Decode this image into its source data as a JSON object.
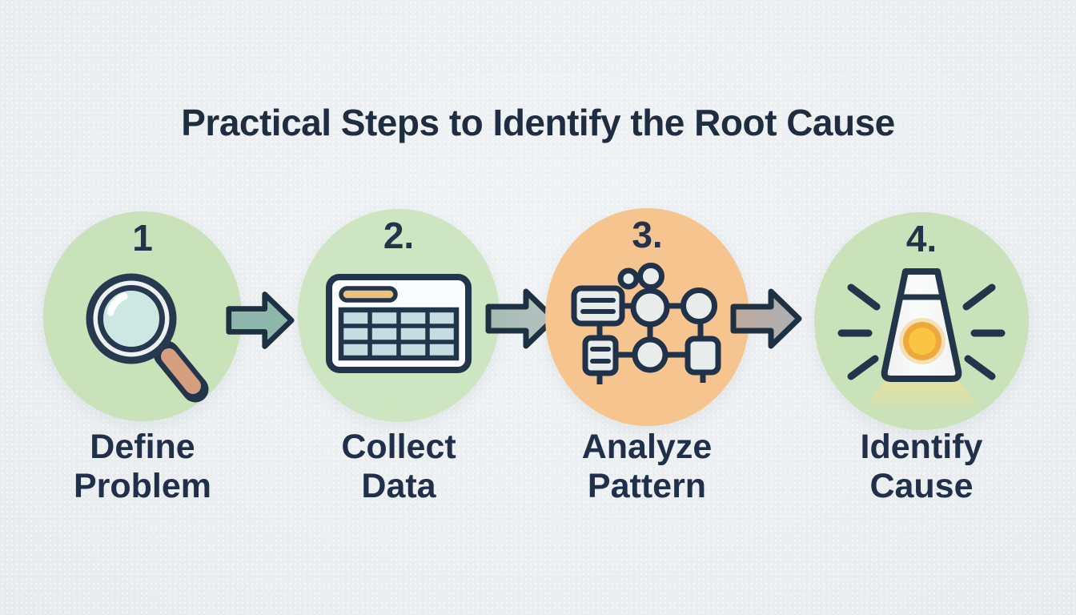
{
  "title": "Practical Steps to Identify the Root Cause",
  "steps": [
    {
      "number": "1",
      "label": "Define Problem",
      "label_lines": [
        "Define",
        "Problem"
      ],
      "icon": "magnifying-glass-icon",
      "circle_color": "#c9e2ba"
    },
    {
      "number": "2.",
      "label": "Collect Data",
      "label_lines": [
        "Collect",
        "Data"
      ],
      "icon": "data-table-icon",
      "circle_color": "#cde5c0"
    },
    {
      "number": "3.",
      "label": "Analyze Pattern",
      "label_lines": [
        "Analyze",
        "Pattern"
      ],
      "icon": "network-diagram-icon",
      "circle_color": "#f6c48e"
    },
    {
      "number": "4.",
      "label": "Identify Cause",
      "label_lines": [
        "Identify",
        "Cause"
      ],
      "icon": "lamp-light-icon",
      "circle_color": "#c9e2ba"
    }
  ],
  "arrows": [
    {
      "icon": "arrow-right-icon",
      "fill": "#8fb6ab"
    },
    {
      "icon": "arrow-right-icon",
      "fill_left": "#a5bbb1",
      "fill_right": "#b9c3c3"
    },
    {
      "icon": "arrow-right-icon",
      "fill_left": "#c0a89b",
      "fill_right": "#a9b2b6"
    }
  ],
  "colors": {
    "background": "#eaeef1",
    "title_text": "#1f2d41",
    "label_text": "#20304a",
    "outline": "#22354a",
    "green_circle": "#c9e2ba",
    "orange_circle": "#f6c48e",
    "magnifier_lens": "#cde8e3",
    "magnifier_handle": "#d59e7e",
    "table_header_pill": "#eac17d",
    "table_cells": "#c4dde3",
    "node_fill": "#e8edec",
    "bulb_yellow": "#f9c542",
    "beam_yellow": "#f7e38c"
  }
}
